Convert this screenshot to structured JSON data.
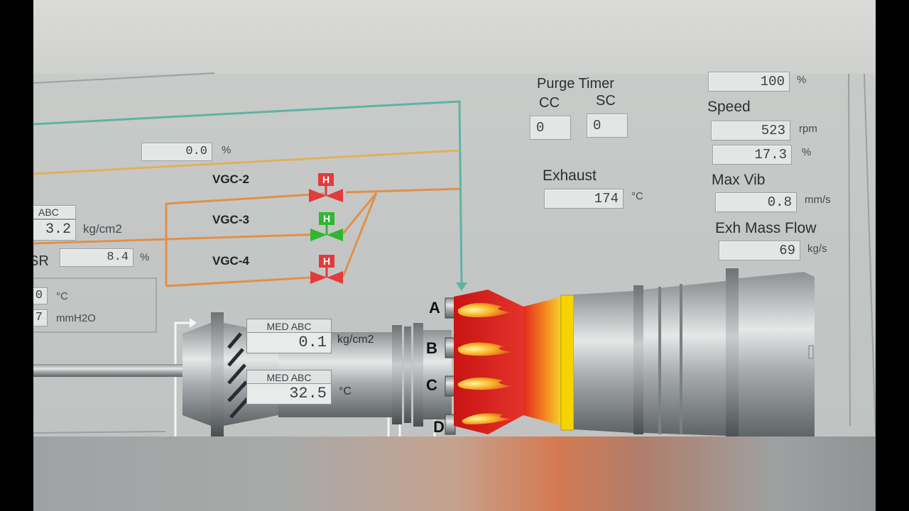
{
  "left_panel": {
    "top_pct_value": "0.0",
    "top_pct_unit": "%",
    "abc_label": "ABC",
    "pressure_value": "3.2",
    "pressure_unit": "kg/cm2",
    "sr_label": "SR",
    "sr_value": "8.4",
    "sr_unit": "%",
    "temp_value": "0",
    "temp_unit": "°C",
    "mmh2o_value": "7",
    "mmh2o_unit": "mmH2O"
  },
  "valves": [
    {
      "label": "VGC-2",
      "mode": "H",
      "state_color": "#e23b3b"
    },
    {
      "label": "VGC-3",
      "mode": "H",
      "state_color": "#2fb82f"
    },
    {
      "label": "VGC-4",
      "mode": "H",
      "state_color": "#e23b3b"
    }
  ],
  "compressor": {
    "pressure_tag": "MED ABC",
    "pressure_value": "0.1",
    "pressure_unit": "kg/cm2",
    "temp_tag": "MED ABC",
    "temp_value": "32.5",
    "temp_unit": "°C"
  },
  "combustor_ports": [
    "A",
    "B",
    "C",
    "D"
  ],
  "purge_timer": {
    "title": "Purge Timer",
    "cc_label": "CC",
    "sc_label": "SC",
    "cc_value": "0",
    "sc_value": "0"
  },
  "exhaust": {
    "label": "Exhaust",
    "value": "174",
    "unit": "°C"
  },
  "right_panel": {
    "top_value": "100",
    "top_unit": "%",
    "speed_label": "Speed",
    "speed_rpm_value": "523",
    "speed_rpm_unit": "rpm",
    "speed_pct_value": "17.3",
    "speed_pct_unit": "%",
    "max_vib_label": "Max Vib",
    "max_vib_value": "0.8",
    "max_vib_unit": "mm/s",
    "exh_mass_flow_label": "Exh Mass Flow",
    "exh_mass_flow_value": "69",
    "exh_mass_flow_unit": "kg/s"
  },
  "colors": {
    "line_teal": "#5fb3a3",
    "line_orange": "#e0904a",
    "line_yellow": "#e0b060",
    "valve_red": "#e23b3b",
    "valve_green": "#2fb82f",
    "combustor_red": "#d81f1f",
    "transition_yellow": "#f5d400"
  }
}
